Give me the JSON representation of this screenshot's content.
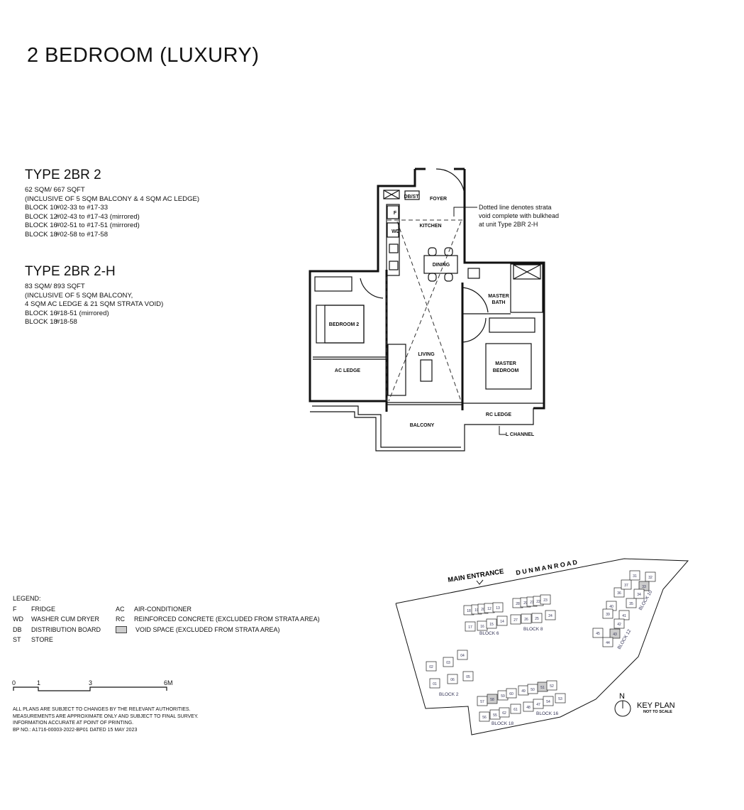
{
  "page_title": "2 BEDROOM (LUXURY)",
  "types": [
    {
      "name": "TYPE 2BR 2",
      "area": "62 SQM/ 667 SQFT",
      "notes": [
        "(INCLUSIVE OF 5 SQM BALCONY & 4 SQM AC LEDGE)"
      ],
      "blocks": [
        {
          "block": "BLOCK 10",
          "units": "#02-33 to #17-33"
        },
        {
          "block": "BLOCK 12",
          "units": "#02-43 to #17-43 (mirrored)"
        },
        {
          "block": "BLOCK 16",
          "units": "#02-51 to #17-51 (mirrored)"
        },
        {
          "block": "BLOCK 18",
          "units": "#02-58 to #17-58"
        }
      ]
    },
    {
      "name": "TYPE 2BR 2-H",
      "area": "83 SQM/ 893 SQFT",
      "notes": [
        "(INCLUSIVE OF 5 SQM BALCONY,",
        "4 SQM AC LEDGE & 21 SQM STRATA VOID)"
      ],
      "blocks": [
        {
          "block": "BLOCK 16",
          "units": "#18-51 (mirrored)"
        },
        {
          "block": "BLOCK 18",
          "units": "#18-58"
        }
      ]
    }
  ],
  "floor_plan": {
    "rooms": {
      "foyer": "FOYER",
      "dbst": "DB/ST",
      "kitchen": "KITCHEN",
      "dining": "DINING",
      "master_bath_1": "MASTER",
      "master_bath_2": "BATH",
      "bedroom2": "BEDROOM 2",
      "living": "LIVING",
      "master_bed_1": "MASTER",
      "master_bed_2": "BEDROOM",
      "ac_ledge": "AC LEDGE",
      "balcony": "BALCONY",
      "rc_ledge": "RC LEDGE",
      "l_channel": "L CHANNEL",
      "fridge": "F",
      "wd": "WD"
    },
    "annotation": [
      "Dotted line denotes strata",
      "void complete with bulkhead",
      "at unit Type 2BR 2-H"
    ]
  },
  "legend": {
    "title": "LEGEND:",
    "items_left": [
      {
        "key": "F",
        "label": "FRIDGE"
      },
      {
        "key": "WD",
        "label": "WASHER CUM DRYER"
      },
      {
        "key": "DB",
        "label": "DISTRIBUTION BOARD"
      },
      {
        "key": "ST",
        "label": "STORE"
      }
    ],
    "items_right": [
      {
        "key": "AC",
        "label": "AIR-CONDITIONER"
      },
      {
        "key": "RC",
        "label": "REINFORCED CONCRETE (EXCLUDED FROM STRATA AREA)"
      },
      {
        "key": "",
        "icon": "void-space-icon",
        "label": "VOID SPACE (EXCLUDED FROM STRATA AREA)"
      }
    ]
  },
  "scale_bar": {
    "ticks": [
      "0",
      "1",
      "3",
      "6M"
    ]
  },
  "disclaimer": [
    "ALL PLANS ARE SUBJECT TO CHANGES BY THE RELEVANT AUTHORITIES.",
    "MEASUREMENTS ARE APPROXIMATE ONLY AND SUBJECT TO FINAL SURVEY.",
    "INFORMATION ACCURATE AT POINT OF PRINTING.",
    "BP NO.: A1716-00003-2022-BP01 DATED 15 MAY 2023"
  ],
  "key_plan": {
    "title": "KEY PLAN",
    "subtitle": "NOT TO SCALE",
    "north": "N",
    "road": "D U N M A N   R O A D",
    "entrance": "MAIN ENTRANCE",
    "blocks": [
      "BLOCK 6",
      "BLOCK 8",
      "BLOCK 2",
      "BLOCK 18",
      "BLOCK 16",
      "BLOCK 12",
      "BLOCK 10"
    ],
    "units": [
      {
        "n": "18"
      },
      {
        "n": "19"
      },
      {
        "n": "20"
      },
      {
        "n": "12"
      },
      {
        "n": "13"
      },
      {
        "n": "17"
      },
      {
        "n": "16"
      },
      {
        "n": "15"
      },
      {
        "n": "14"
      },
      {
        "n": "28"
      },
      {
        "n": "29"
      },
      {
        "n": "21"
      },
      {
        "n": "22"
      },
      {
        "n": "23"
      },
      {
        "n": "27"
      },
      {
        "n": "26"
      },
      {
        "n": "25"
      },
      {
        "n": "24"
      },
      {
        "n": "02"
      },
      {
        "n": "03"
      },
      {
        "n": "04"
      },
      {
        "n": "01"
      },
      {
        "n": "06"
      },
      {
        "n": "05"
      },
      {
        "n": "57"
      },
      {
        "n": "58",
        "shaded": true
      },
      {
        "n": "59"
      },
      {
        "n": "60"
      },
      {
        "n": "56"
      },
      {
        "n": "55"
      },
      {
        "n": "62"
      },
      {
        "n": "61"
      },
      {
        "n": "49"
      },
      {
        "n": "50"
      },
      {
        "n": "51",
        "shaded": true
      },
      {
        "n": "52"
      },
      {
        "n": "48"
      },
      {
        "n": "47"
      },
      {
        "n": "54"
      },
      {
        "n": "53"
      },
      {
        "n": "36"
      },
      {
        "n": "37"
      },
      {
        "n": "31"
      },
      {
        "n": "32"
      },
      {
        "n": "33",
        "shaded": true
      },
      {
        "n": "34"
      },
      {
        "n": "35"
      },
      {
        "n": "40"
      },
      {
        "n": "39"
      },
      {
        "n": "41"
      },
      {
        "n": "42"
      },
      {
        "n": "45"
      },
      {
        "n": "43",
        "shaded": true
      },
      {
        "n": "44"
      }
    ],
    "shade_color": "#cccccc"
  }
}
